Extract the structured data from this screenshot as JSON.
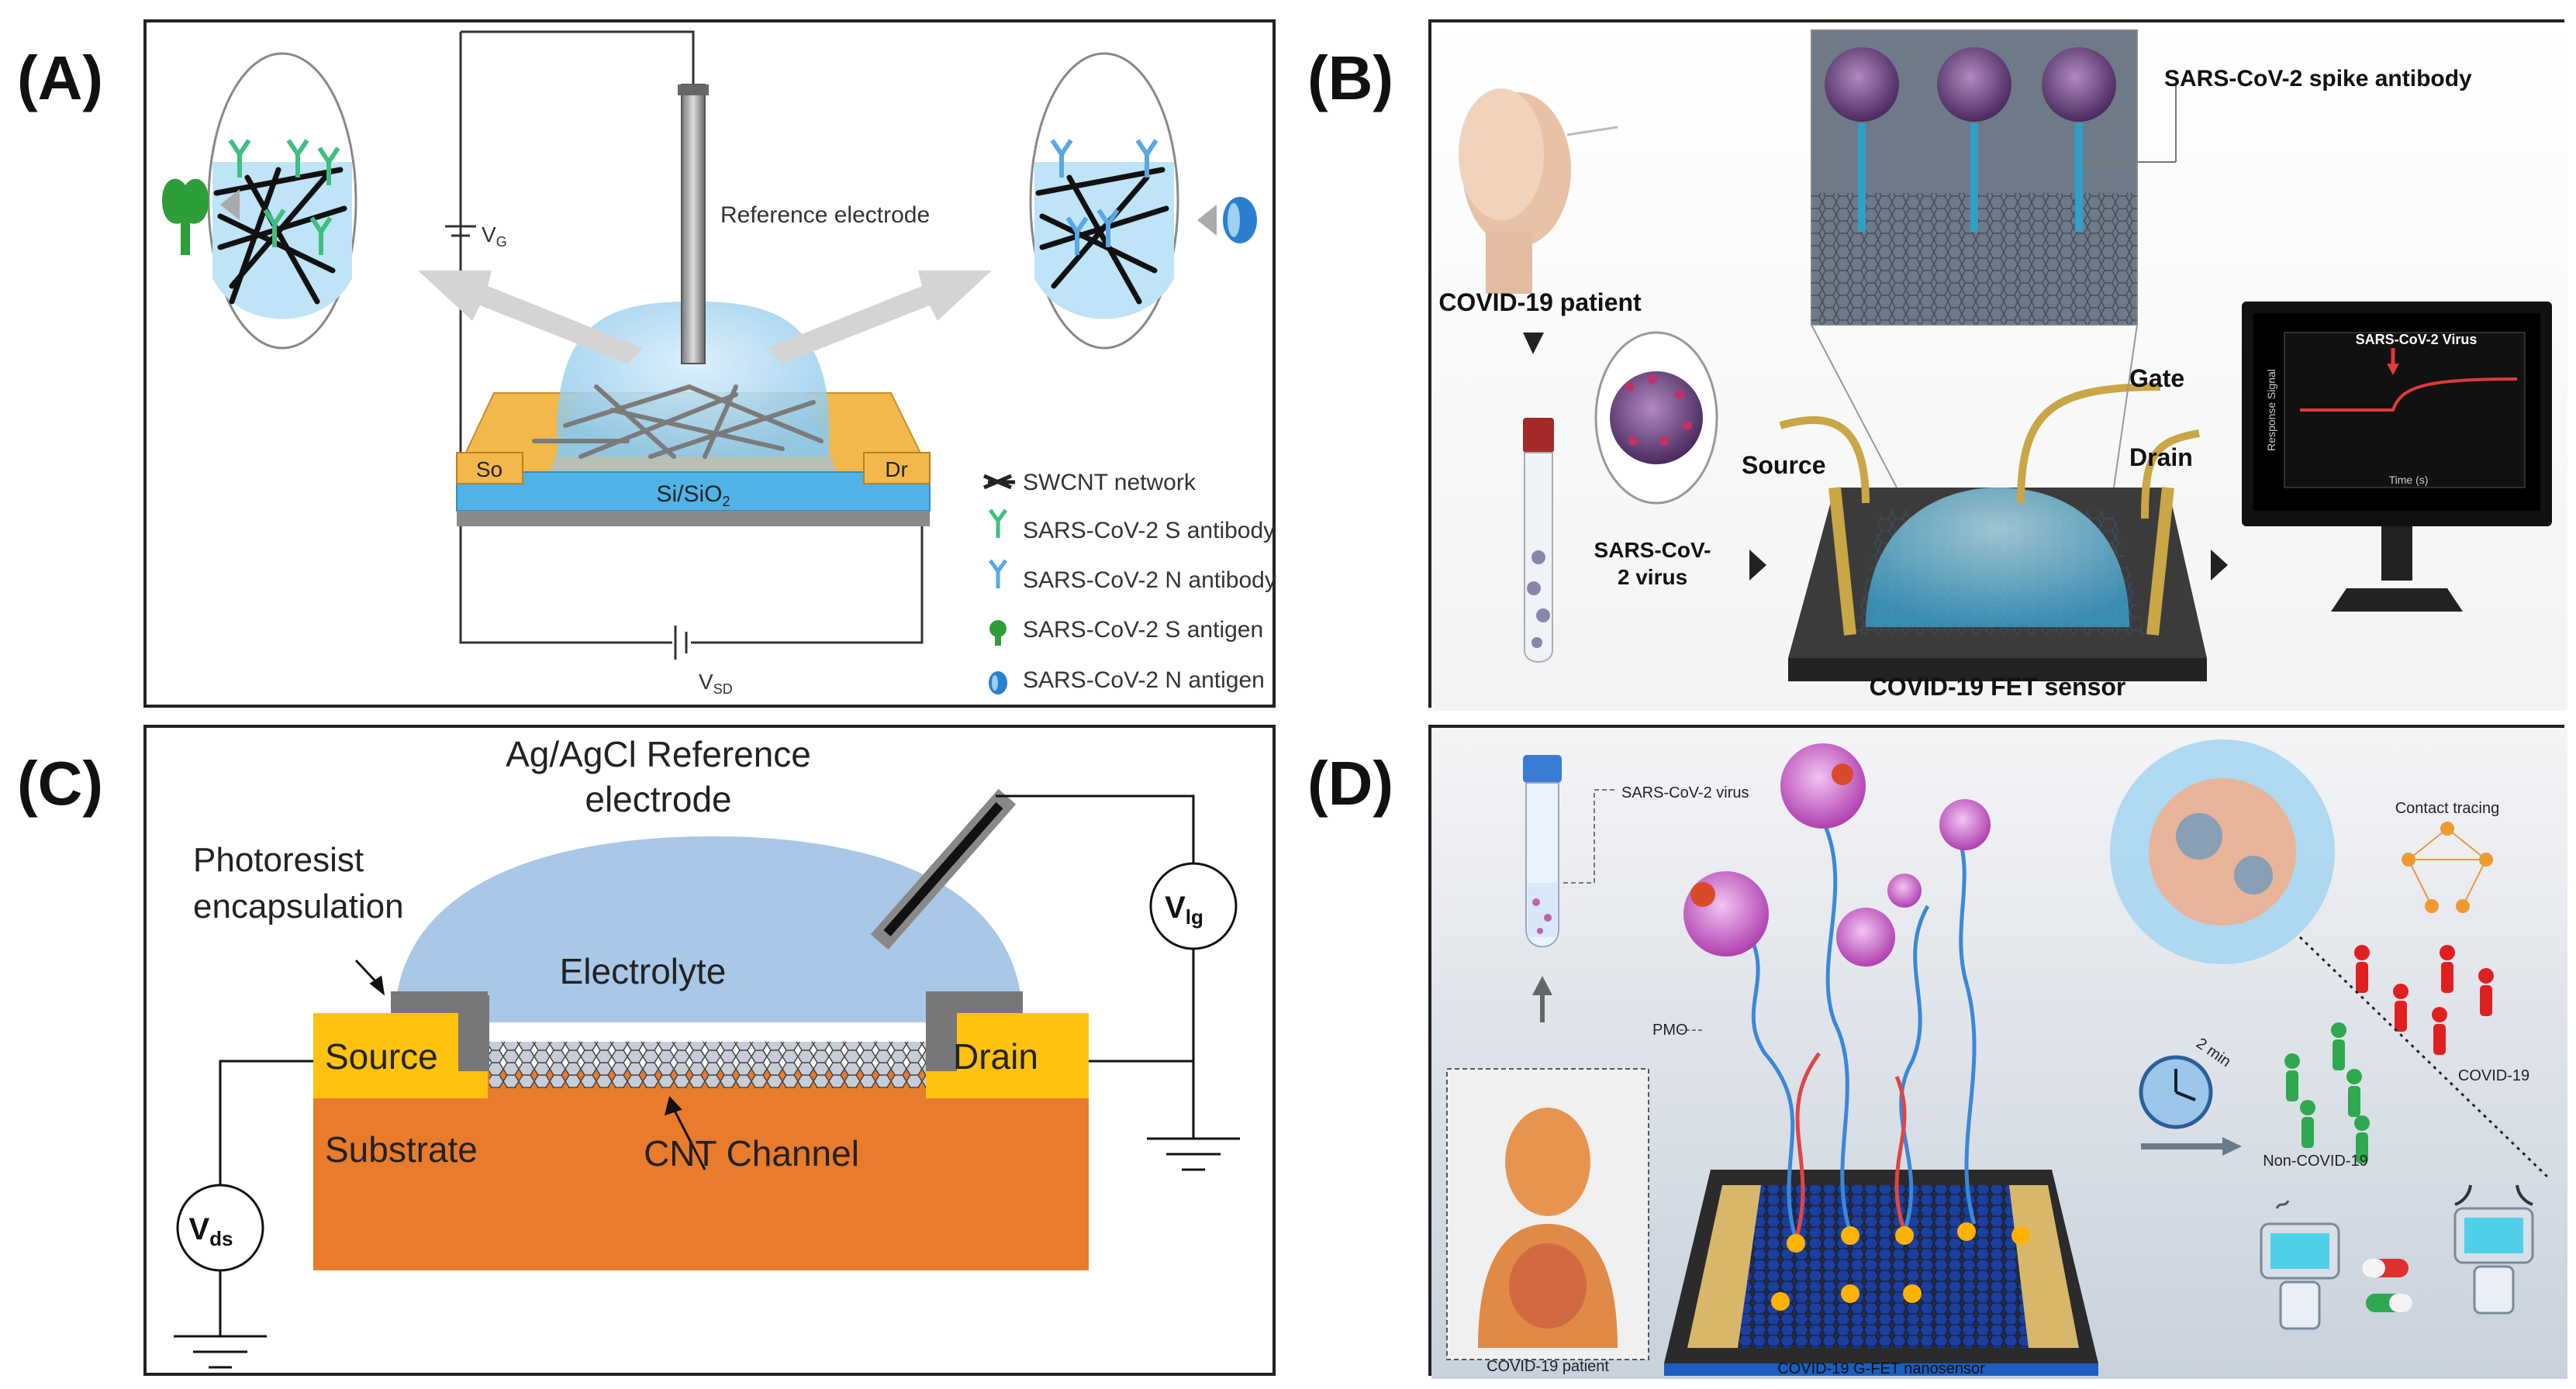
{
  "panels": {
    "a": {
      "letter": "(A)",
      "gate_voltage": "V",
      "gate_voltage_sub": "G",
      "reference_electrode": "Reference electrode",
      "source": "So",
      "drain": "Dr",
      "substrate": "Si/SiO",
      "substrate_sub": "2",
      "sd_voltage": "V",
      "sd_voltage_sub": "SD",
      "legend": [
        {
          "label": "SWCNT network",
          "color": "#222222",
          "icon": "cnt-network-icon"
        },
        {
          "label": "SARS-CoV-2 S antibody",
          "color": "#3fbf7f",
          "icon": "s-antibody-icon"
        },
        {
          "label": "SARS-CoV-2 N antibody",
          "color": "#5aa7e6",
          "icon": "n-antibody-icon"
        },
        {
          "label": "SARS-CoV-2 S antigen",
          "color": "#2e9e3a",
          "icon": "s-antigen-icon"
        },
        {
          "label": "SARS-CoV-2 N antigen",
          "color": "#2b7fd0",
          "icon": "n-antigen-icon"
        }
      ]
    },
    "b": {
      "letter": "(B)",
      "patient": "COVID-19 patient",
      "virus_line1": "SARS-CoV-",
      "virus_line2": "2 virus",
      "spike_antibody": "SARS-CoV-2 spike antibody",
      "gate": "Gate",
      "source": "Source",
      "drain": "Drain",
      "sensor": "COVID-19 FET sensor",
      "monitor_title": "SARS-CoV-2 Virus",
      "monitor_x": "Time (s)",
      "monitor_y": "Response Signal"
    },
    "c": {
      "letter": "(C)",
      "ref_line1": "Ag/AgCl Reference",
      "ref_line2": "electrode",
      "photoresist_line1": "Photoresist",
      "photoresist_line2": "encapsulation",
      "electrolyte": "Electrolyte",
      "source": "Source",
      "drain": "Drain",
      "substrate": "Substrate",
      "cnt_channel": "CNT Channel",
      "vlg": "V",
      "vlg_sub": "lg",
      "vds": "V",
      "vds_sub": "ds"
    },
    "d": {
      "letter": "(D)",
      "virus": "SARS-CoV-2 virus",
      "pmo": "PMO",
      "patient": "COVID-19 patient",
      "sensor": "COVID-19 G-FET nanosensor",
      "time": "2 min",
      "contact_tracing": "Contact tracing",
      "covid": "COVID-19",
      "non_covid": "Non-COVID-19"
    }
  },
  "colors": {
    "gold": "#f2b84b",
    "si": "#4fb3e8",
    "orange": "#e97b2c",
    "yellow": "#ffc20e",
    "electrolyte": "#a9c7e6",
    "red": "#e02020",
    "green": "#2fa84f"
  }
}
